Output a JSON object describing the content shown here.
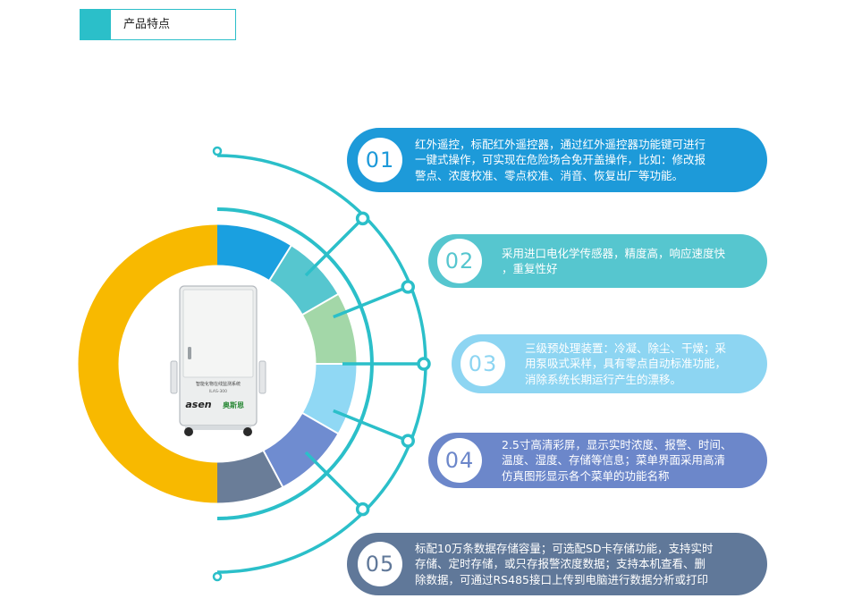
{
  "header": {
    "title": "产品特点"
  },
  "device": {
    "panel_title": "智能化物在线监测系统",
    "panel_model": "ILAS-300",
    "brand_logo": "asen",
    "brand_cn": "奥斯恩"
  },
  "colors": {
    "teal": "#2bbfc9",
    "ring": [
      "#1aa0e0",
      "#56c6cf",
      "#a3d7a8",
      "#90d8f4",
      "#6f8cd0",
      "#6a7d98",
      "#f8b900"
    ]
  },
  "features": [
    {
      "number": "01",
      "lines": [
        "红外遥控，标配红外遥控器，通过红外遥控器功能键可进行",
        "一键式操作，可实现在危险场合免开盖操作，比如：修改报",
        "警点、浓度校准、零点校准、消音、恢复出厂等功能。"
      ],
      "color": "#1d9ad9"
    },
    {
      "number": "02",
      "lines": [
        "采用进口电化学传感器，精度高，响应速度快",
        "，重复性好"
      ],
      "color": "#56c6cf"
    },
    {
      "number": "03",
      "lines": [
        "三级预处理装置：冷凝、除尘、干燥；采",
        "用泵吸式采样，具有零点自动标准功能，",
        "消除系统长期运行产生的漂移。"
      ],
      "color": "#8dd5f2"
    },
    {
      "number": "04",
      "lines": [
        "2.5寸高清彩屏，显示实时浓度、报警、时间、",
        "温度、湿度、存储等信息；菜单界面采用高清",
        "仿真图形显示各个菜单的功能名称"
      ],
      "color": "#6c87ca"
    },
    {
      "number": "05",
      "lines": [
        "标配10万条数据存储容量；可选配SD卡存储功能，支持实时",
        "存储、定时存储，或只存报警浓度数据；支持本机查看、删",
        "除数据，可通过RS485接口上传到电脑进行数据分析或打印"
      ],
      "color": "#607899"
    }
  ]
}
